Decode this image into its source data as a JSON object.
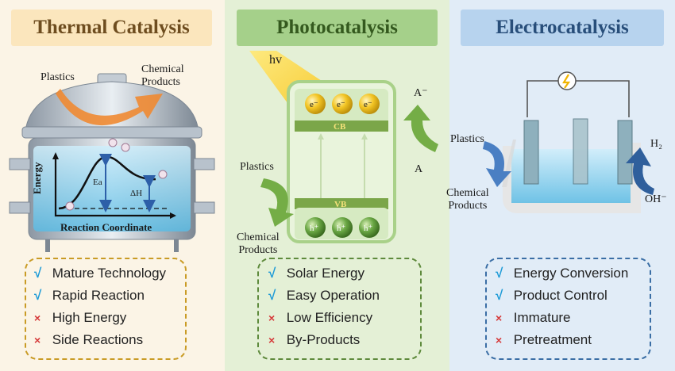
{
  "panels": {
    "thermal": {
      "title": "Thermal Catalysis",
      "plastics_label": "Plastics",
      "products_label": "Chemical\nProducts",
      "energy_axis": "Energy",
      "reaction_axis": "Reaction Coordinate",
      "ea_label": "Ea",
      "dh_label": "ΔH",
      "features": [
        {
          "mark": "√",
          "text": "Mature Technology",
          "positive": true
        },
        {
          "mark": "√",
          "text": "Rapid Reaction",
          "positive": true
        },
        {
          "mark": "×",
          "text": "High Energy",
          "positive": false
        },
        {
          "mark": "×",
          "text": "Side Reactions",
          "positive": false
        }
      ]
    },
    "photo": {
      "title": "Photocatalysis",
      "hv_label": "hv",
      "cb_label": "CB",
      "vb_label": "VB",
      "electron": "e⁻",
      "hole": "h⁺",
      "anion_label": "A⁻",
      "a_label": "A",
      "plastics_label": "Plastics",
      "products_label": "Chemical\nProducts",
      "features": [
        {
          "mark": "√",
          "text": "Solar Energy",
          "positive": true
        },
        {
          "mark": "√",
          "text": "Easy Operation",
          "positive": true
        },
        {
          "mark": "×",
          "text": "Low Efficiency",
          "positive": false
        },
        {
          "mark": "×",
          "text": "By-Products",
          "positive": false
        }
      ]
    },
    "electro": {
      "title": "Electrocatalysis",
      "plastics_label": "Plastics",
      "products_label": "Chemical\nProducts",
      "h2_label": "H₂",
      "oh_label": "OH⁻",
      "features": [
        {
          "mark": "√",
          "text": "Energy Conversion",
          "positive": true
        },
        {
          "mark": "√",
          "text": "Product Control",
          "positive": true
        },
        {
          "mark": "×",
          "text": "Immature",
          "positive": false
        },
        {
          "mark": "×",
          "text": "Pretreatment",
          "positive": false
        }
      ]
    }
  },
  "colors": {
    "thermal_bg": "#fbf4e6",
    "photo_bg": "#e4f0d6",
    "electro_bg": "#e1ecf7",
    "check": "#1e9bd7",
    "cross": "#d63a3a"
  }
}
